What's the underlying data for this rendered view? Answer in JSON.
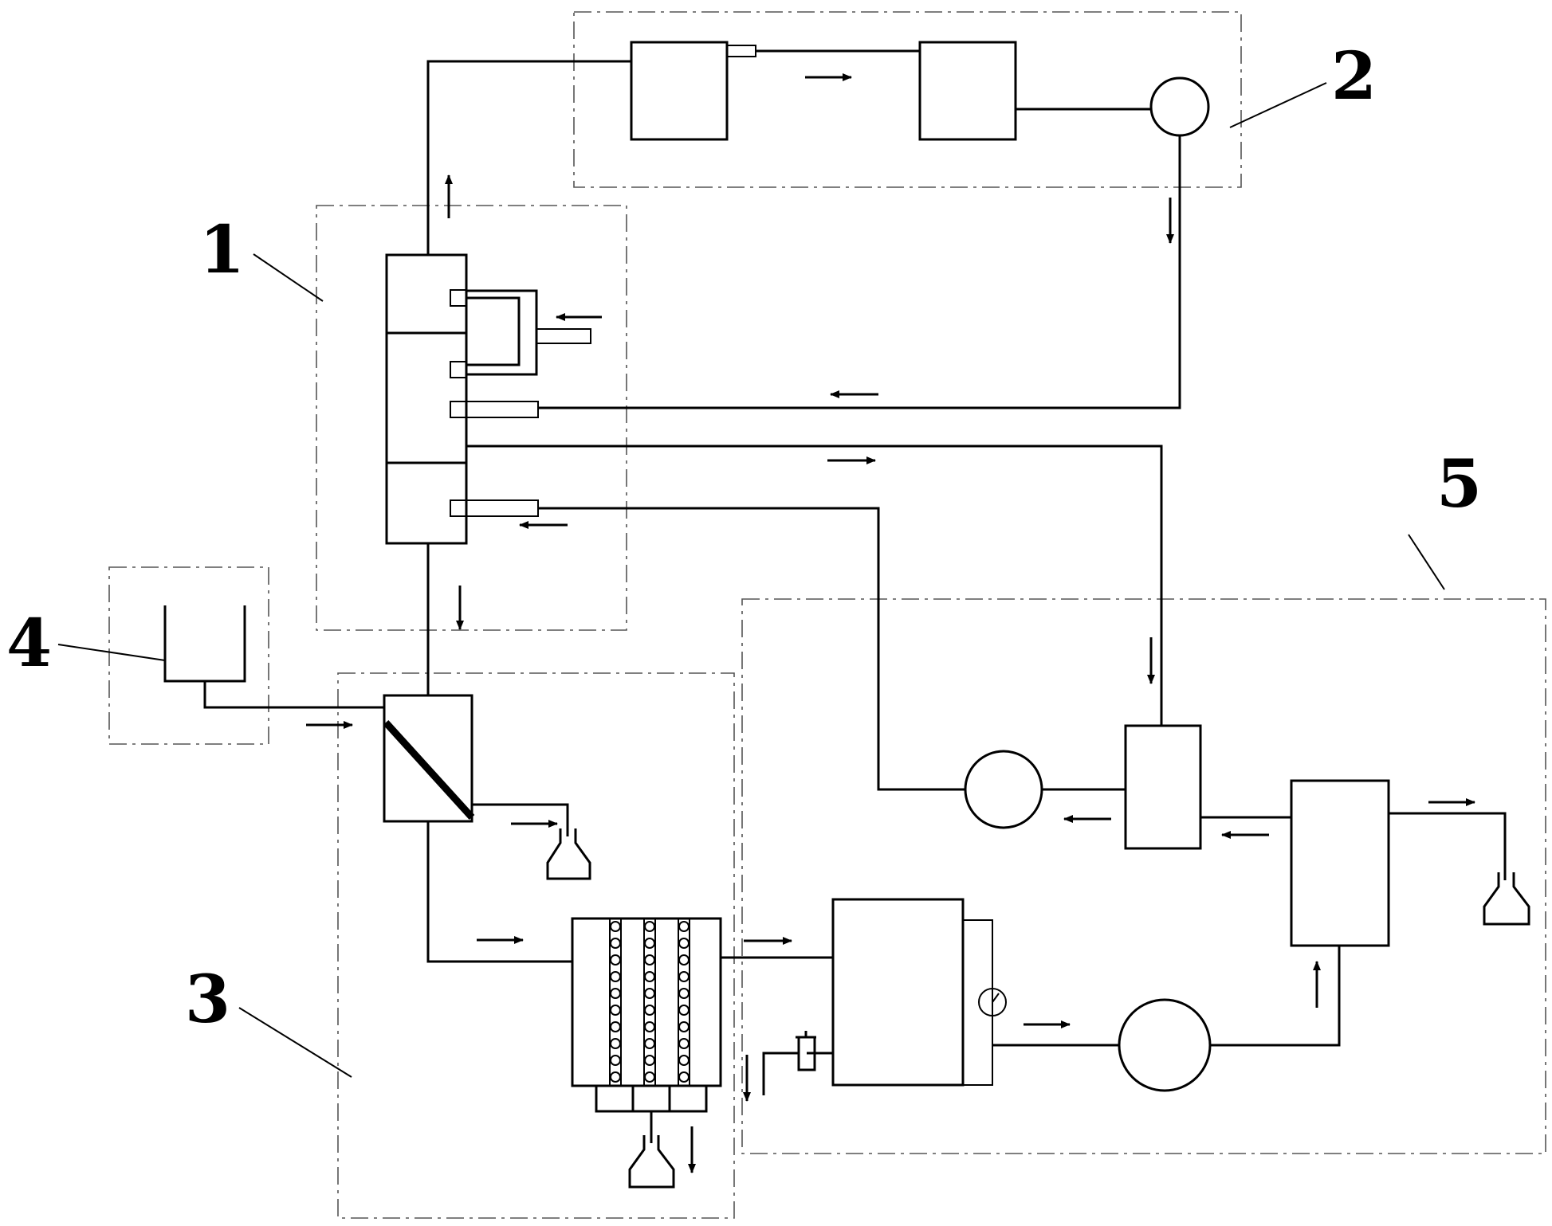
{
  "labels": {
    "ref1": "1",
    "ref2": "2",
    "ref3": "3",
    "ref4": "4",
    "ref5": "5"
  },
  "colors": {
    "line": "#000000",
    "dashed_boundary": "#555555",
    "background": "#ffffff"
  }
}
